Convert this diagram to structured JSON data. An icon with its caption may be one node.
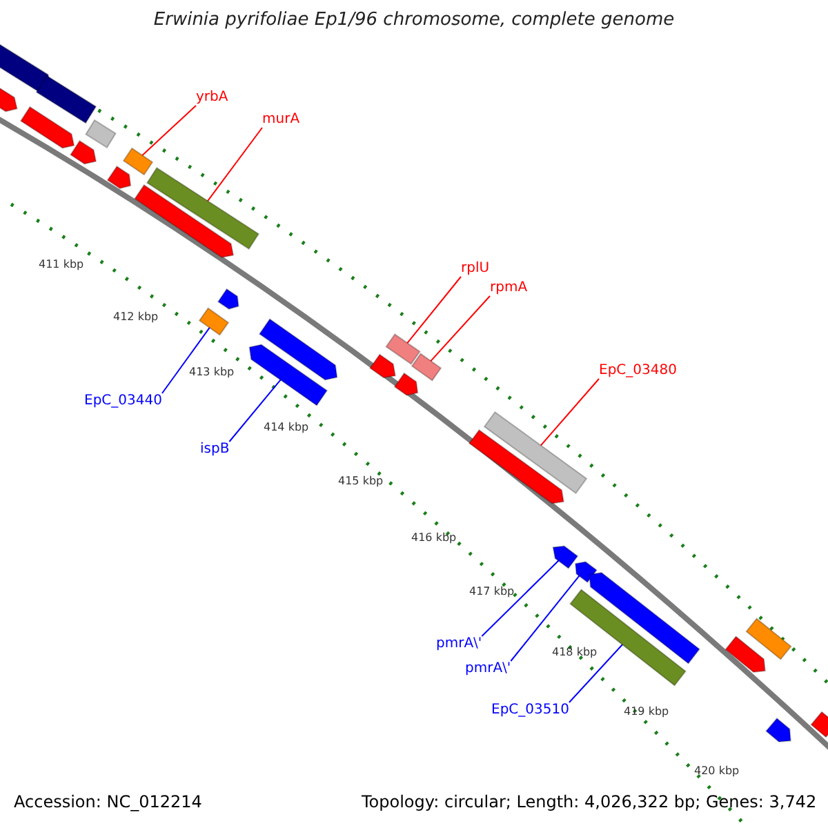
{
  "diagram": {
    "title": "Erwinia pyrifoliae Ep1/96 chromosome, complete genome",
    "nodes": [
      {
        "text": [
          "yrbA"
        ]
      },
      {
        "text": [],
        "shape": "bar"
      },
      {
        "text": [
          "murA"
        ]
      },
      {
        "text": [],
        "shape": "bar"
      },
      {
        "text": [
          "rplU"
        ]
      },
      {
        "text": [],
        "shape": "bar"
      },
      {
        "text": [
          "rpmA"
        ]
      },
      {
        "text": [],
        "shape": "bar"
      },
      {
        "text": [
          "EpC_03480"
        ]
      },
      {
        "text": [],
        "shape": "bar"
      },
      {
        "text": [
          "EpC_03440"
        ]
      },
      {
        "text": [],
        "shape": "bar"
      },
      {
        "text": [
          "ispB"
        ]
      },
      {
        "text": [],
        "shape": "bar"
      },
      {
        "text": [
          "pmrA\\'"
        ]
      },
      {
        "text": [],
        "shape": "bar"
      },
      {
        "text": [
          "pmrA\\'"
        ]
      },
      {
        "text": [],
        "shape": "bar"
      },
      {
        "text": [
          "EpC_03510"
        ]
      },
      {
        "text": [],
        "shape": "bar"
      },
      {
        "text": [],
        "shape": "bar"
      },
      {
        "text": [],
        "shape": "bar"
      },
      {
        "text": [],
        "shape": "bar"
      },
      {
        "text": [],
        "shape": "bar"
      },
      {
        "text": [],
        "shape": "bar"
      },
      {
        "text": [],
        "shape": "bar"
      },
      {
        "text": [],
        "shape": "bar"
      },
      {
        "text": [],
        "shape": "bar"
      },
      {
        "text": [],
        "shape": "bar"
      },
      {
        "text": [],
        "shape": "bar"
      },
      {
        "text": [],
        "shape": "bar"
      },
      {
        "text": [],
        "shape": "bar"
      },
      {
        "text": [],
        "shape": "bar"
      },
      {
        "text": [],
        "shape": "bar"
      },
      {
        "text": [],
        "shape": "bar"
      },
      {
        "text": [],
        "shape": "bar"
      },
      {
        "text": [],
        "shape": "bar"
      },
      {
        "text": [],
        "shape": "bar"
      }
    ],
    "edges": [
      {
        "from": 0,
        "to": 1,
        "arrow": "none"
      },
      {
        "from": 2,
        "to": 3,
        "arrow": "none"
      },
      {
        "from": 4,
        "to": 5,
        "arrow": "none"
      },
      {
        "from": 6,
        "to": 7,
        "arrow": "none"
      },
      {
        "from": 8,
        "to": 9,
        "arrow": "none"
      },
      {
        "from": 10,
        "to": 11,
        "arrow": "none",
        "color": "#0000ff"
      },
      {
        "from": 12,
        "to": 13,
        "arrow": "none",
        "color": "#0000ff"
      },
      {
        "from": 14,
        "to": 15,
        "arrow": "none",
        "color": "#0000ff"
      },
      {
        "from": 16,
        "to": 17,
        "arrow": "none",
        "color": "#0000ff"
      },
      {
        "from": 18,
        "to": 19,
        "arrow": "none",
        "color": "#0000ff"
      }
    ],
    "labels": [
      "411 kbp",
      "412 kbp",
      "413 kbp",
      "414 kbp",
      "415 kbp",
      "416 kbp",
      "417 kbp",
      "418 kbp",
      "419 kbp",
      "420 kbp",
      "Accession: NC_012214",
      "Topology: circular; Length: 4,026,322 bp; Genes: 3,742"
    ]
  }
}
